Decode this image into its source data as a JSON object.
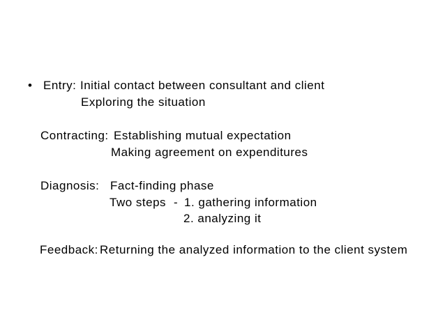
{
  "slide": {
    "background_color": "#ffffff",
    "text_color": "#000000",
    "bullet_glyph": "•",
    "entry": {
      "label": "Entry:",
      "line1": "Initial contact between consultant and client",
      "line2": "Exploring the situation"
    },
    "contracting": {
      "label": "Contracting:",
      "line1": "Establishing mutual expectation",
      "line2": "Making agreement on expenditures"
    },
    "diagnosis": {
      "label": "Diagnosis:",
      "line1": "Fact-finding phase",
      "steps_label": "Two steps",
      "steps_dash": "-",
      "step1": "1. gathering information",
      "step2": "2. analyzing it"
    },
    "feedback": {
      "label": "Feedback:",
      "line1": "Returning the analyzed information to the client system"
    }
  }
}
